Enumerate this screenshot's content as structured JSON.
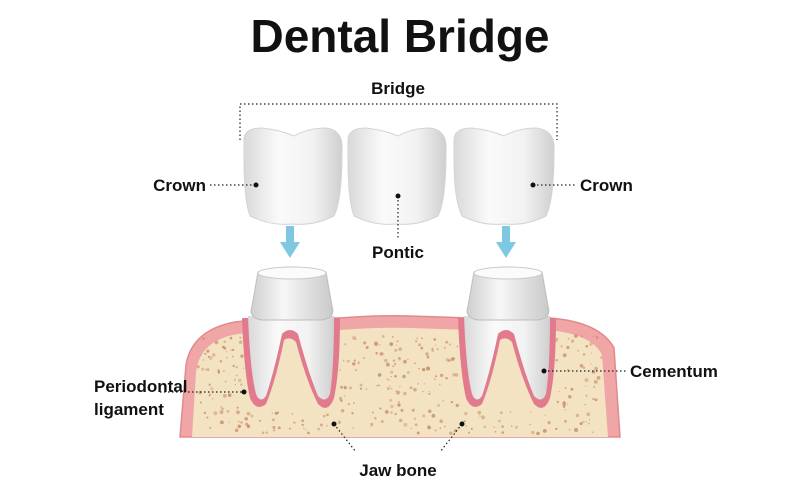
{
  "title": "Dental Bridge",
  "labels": {
    "bridge": "Bridge",
    "crown_left": "Crown",
    "crown_right": "Crown",
    "pontic": "Pontic",
    "periodontal_line1": "Periodontal",
    "periodontal_line2": "ligament",
    "cementum": "Cementum",
    "jaw_bone": "Jaw bone"
  },
  "colors": {
    "arrow": "#7fc8e2",
    "gum": "#f0a6a6",
    "gum_edge": "#e08a8c",
    "bone": "#f3e3c3",
    "bone_speckle": "#c8916a",
    "tooth": "#f4f4f4",
    "tooth_shade": "#d8d8d8",
    "ligament": "#e27a8e"
  }
}
